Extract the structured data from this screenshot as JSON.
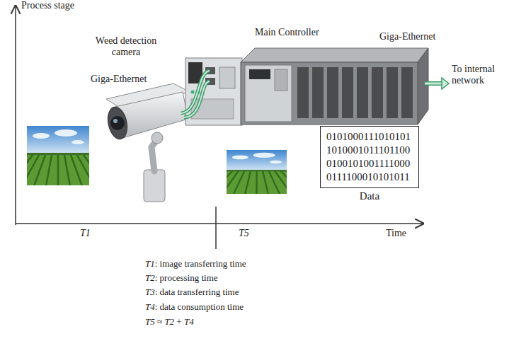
{
  "diagram": {
    "nodes": [
      {
        "text": [
          "0101000111010101 1010001011101100 0100101001111000 0111100010101011",
          "Data"
        ]
      }
    ],
    "labels": [
      "Process stage",
      "Weed detection camera",
      "Giga-Ethernet",
      "Main Controller",
      "Giga-Ethernet",
      "To internal network",
      "T1",
      "T5",
      "Time",
      "T1: image transferring time",
      "T2: processing time",
      "T3: data transferring time",
      "T4: data consumption time",
      "T5 ≈ T2 + T4"
    ]
  }
}
